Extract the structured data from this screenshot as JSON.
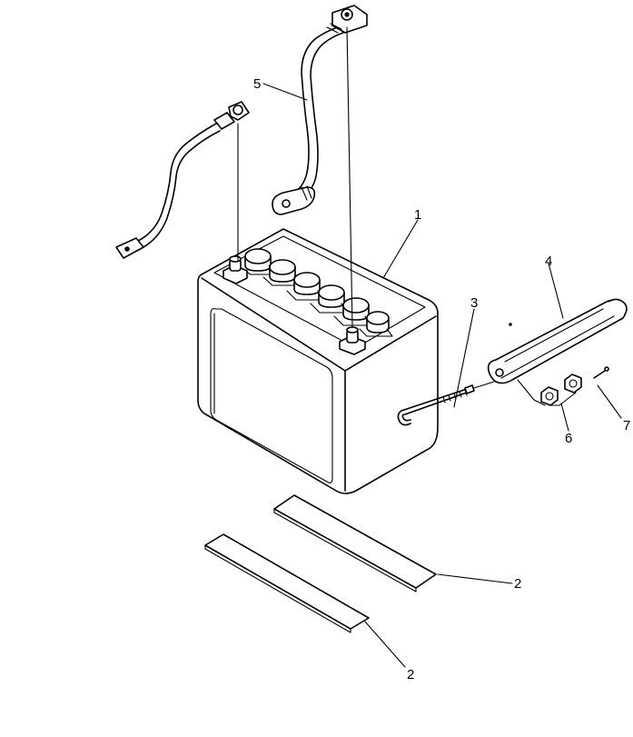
{
  "callouts": {
    "battery": "1",
    "plate_right": "2",
    "plate_lower": "2",
    "hook_bolt": "3",
    "hold_down_bar": "4",
    "positive_cable": "5",
    "nuts": "6",
    "pin": "7"
  }
}
